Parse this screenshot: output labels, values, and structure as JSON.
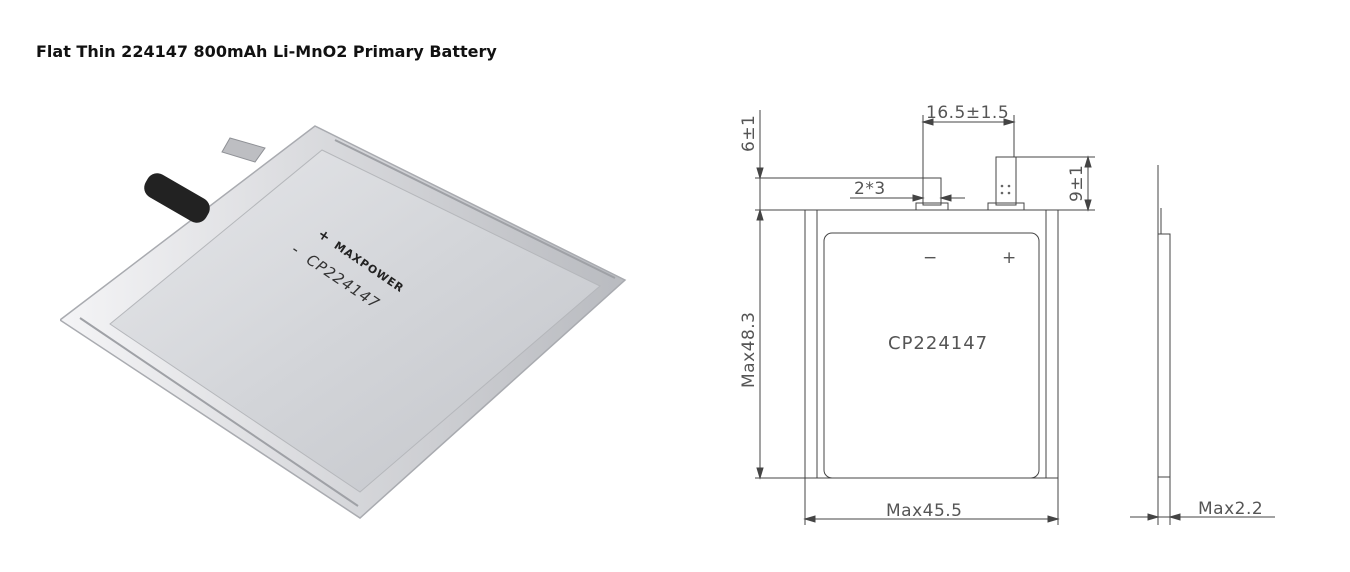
{
  "title": "Flat Thin 224147 800mAh Li-MnO2 Primary Battery",
  "photo": {
    "plus": "+",
    "brand": "MAXPOWER",
    "minus": "-",
    "model": "CP224147"
  },
  "drawing": {
    "dim_width": "Max45.5",
    "dim_height": "Max48.3",
    "dim_thickness": "Max2.2",
    "dim_tab_spacing": "16.5±1.5",
    "dim_tab_length": "6±1",
    "dim_tab_height": "9±1",
    "dim_tab_size": "2*3",
    "minus": "−",
    "plus": "+",
    "model": "CP224147"
  }
}
